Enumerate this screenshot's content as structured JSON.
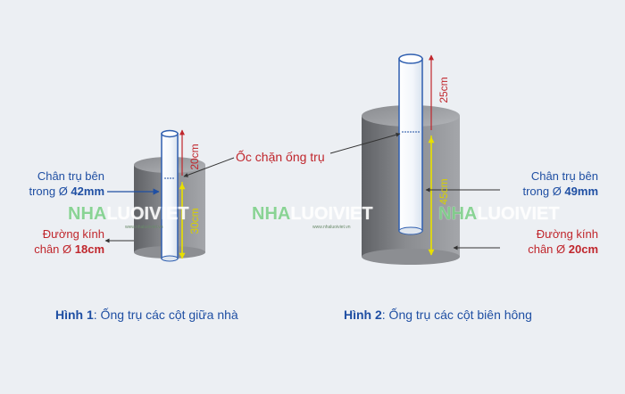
{
  "figure1": {
    "caption_bold": "Hình 1",
    "caption_rest": ": Ống trụ các cột giữa nhà",
    "inner_label_line1": "Chân trụ bên",
    "inner_label_line2_prefix": "trong Ø ",
    "inner_label_value": "42mm",
    "base_label_line1": "Đường kính",
    "base_label_line2_prefix": "chân Ø ",
    "base_label_value": "18cm",
    "dim_top": "20cm",
    "dim_bottom": "30cm"
  },
  "figure2": {
    "caption_bold": "Hình 2",
    "caption_rest": ": Ống trụ các cột biên hông",
    "inner_label_line1": "Chân trụ bên",
    "inner_label_line2_prefix": "trong Ø ",
    "inner_label_value": "49mm",
    "base_label_line1": "Đường kính",
    "base_label_line2_prefix": "chân Ø ",
    "base_label_value": "20cm",
    "dim_top": "25cm",
    "dim_bottom": "45cm"
  },
  "stop_nut_label": "Ốc chặn ống trụ",
  "watermark": {
    "part_a": "NHA",
    "part_b": "LUOIVIET",
    "subtext": "www.nhaluoiviet.vn"
  },
  "colors": {
    "label_blue": "#1f4fa3",
    "label_red": "#c0262c",
    "concrete": "#7d7f83",
    "dim_yellow": "#e8e000",
    "dim_red": "#c0262c"
  }
}
